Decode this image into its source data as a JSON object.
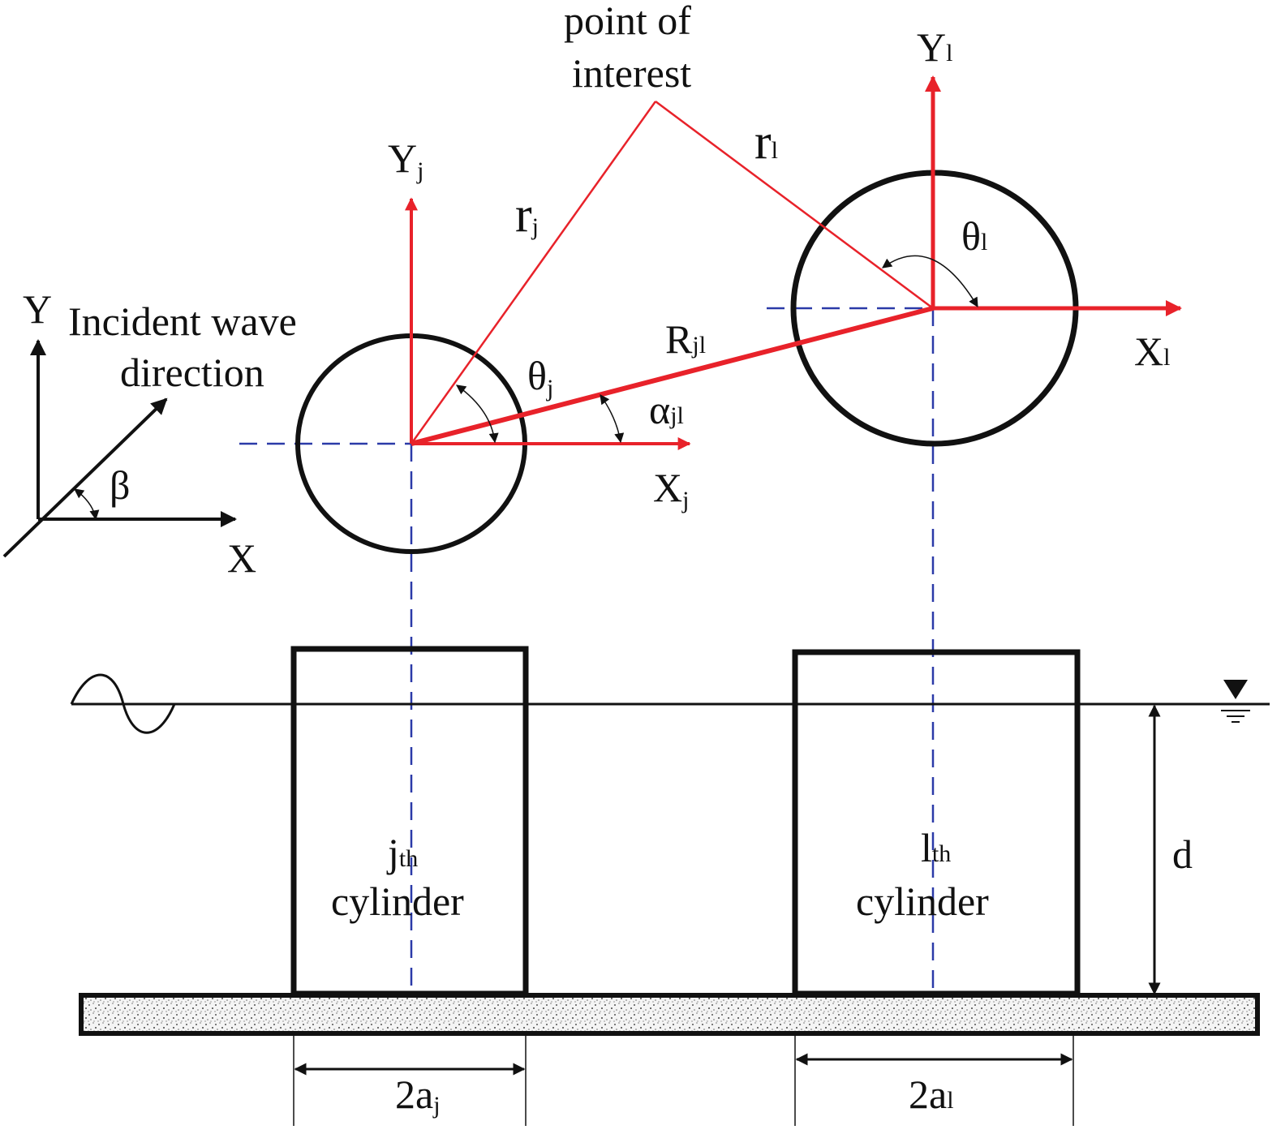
{
  "labels": {
    "point_of_interest_line1": "point of",
    "point_of_interest_line2": "interest",
    "global_y": "Y",
    "global_x": "X",
    "incident_line1": "Incident wave",
    "incident_line2": "direction",
    "beta": "β",
    "yj": {
      "main": "Y",
      "sub": "j"
    },
    "xj": {
      "main": "X",
      "sub": "j"
    },
    "yl": {
      "main": "Y",
      "sub": "l"
    },
    "xl": {
      "main": "X",
      "sub": "l"
    },
    "rj": {
      "main": "r",
      "sub": "j"
    },
    "rl": {
      "main": "r",
      "sub": "l"
    },
    "theta_j": {
      "main": "θ",
      "sub": "j"
    },
    "theta_l": {
      "main": "θ",
      "sub": "l"
    },
    "R_jl": {
      "main": "R",
      "sub": "jl"
    },
    "alpha_jl": {
      "main": "α",
      "sub": "jl"
    },
    "jth": {
      "main": "j",
      "sub": "th"
    },
    "lth": {
      "main": "l",
      "sub": "th"
    },
    "cylinder_left": "cylinder",
    "cylinder_right": "cylinder",
    "depth": "d",
    "dim_left": {
      "main": "2a",
      "sub": "j"
    },
    "dim_right": {
      "main": "2a",
      "sub": "l"
    }
  },
  "colors": {
    "vector": "#e8222a",
    "centerline": "#2b3aa8",
    "outline": "#111111"
  }
}
